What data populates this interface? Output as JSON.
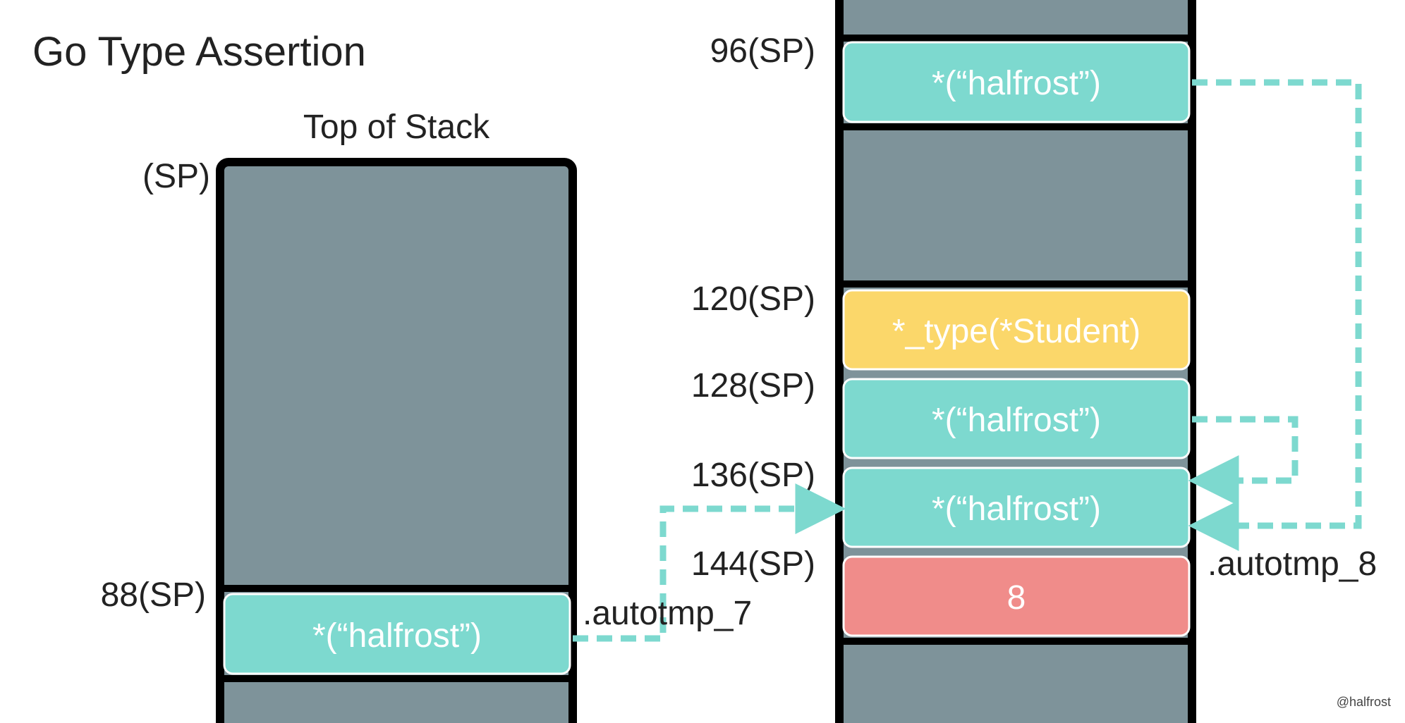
{
  "title": "Go Type Assertion",
  "stack_header": "Top of Stack",
  "credit": "@halfrost",
  "colors": {
    "stack": "#7e939a",
    "teal": "#7dd9cf",
    "yellow": "#fbd76a",
    "red": "#f08c8a",
    "border": "#000000",
    "arrow": "#7dd9cf"
  },
  "left_stack": {
    "offsets": [
      "(SP)",
      "88(SP)"
    ],
    "cell": "*(“halfrost”)",
    "var_label": ".autotmp_7"
  },
  "right_stack": {
    "offsets": [
      "96(SP)",
      "120(SP)",
      "128(SP)",
      "136(SP)",
      "144(SP)"
    ],
    "cells": [
      "*(“halfrost”)",
      "*_type(*Student)",
      "*(“halfrost”)",
      "*(“halfrost”)",
      "8"
    ],
    "var_label": ".autotmp_8"
  }
}
